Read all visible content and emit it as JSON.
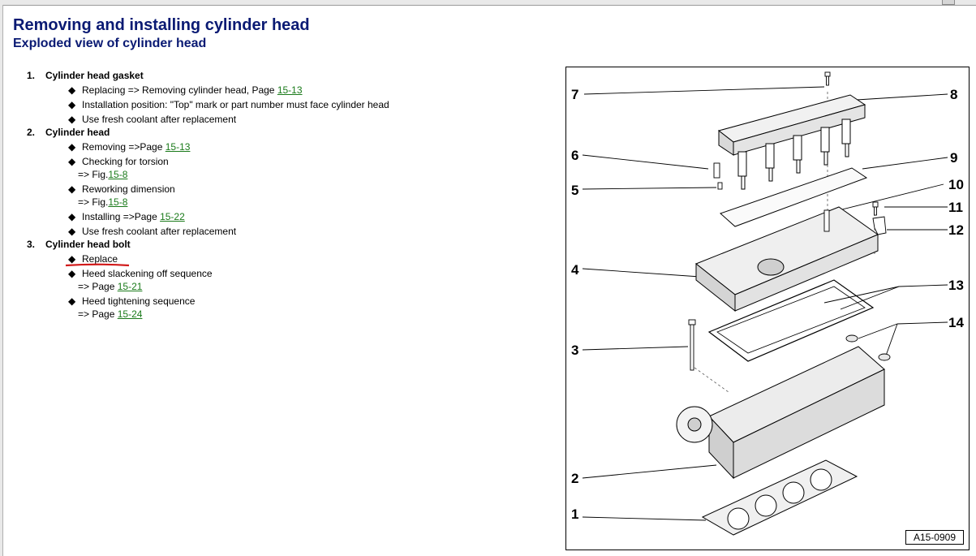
{
  "title": "Removing and installing cylinder head",
  "subtitle": "Exploded view of cylinder head",
  "bullet_glyph": "◆",
  "sections": [
    {
      "number": "1.",
      "title": "Cylinder head gasket",
      "bullets": [
        {
          "text": "Replacing => Removing cylinder head, Page ",
          "link": "15-13"
        },
        {
          "text": "Installation position: \"Top\" mark or part number must face cylinder head"
        },
        {
          "text": "Use fresh coolant after replacement"
        }
      ]
    },
    {
      "number": "2.",
      "title": "Cylinder head",
      "bullets": [
        {
          "text": "Removing =>Page ",
          "link": "15-13"
        },
        {
          "text": "Checking for torsion",
          "cont_text": "=> Fig.",
          "cont_link": "15-8"
        },
        {
          "text": "Reworking dimension",
          "cont_text": "=> Fig.",
          "cont_link": "15-8"
        },
        {
          "text": "Installing =>Page ",
          "link": "15-22"
        },
        {
          "text": "Use fresh coolant after replacement"
        }
      ]
    },
    {
      "number": "3.",
      "title": "Cylinder head bolt",
      "bullets": [
        {
          "text": "Replace"
        },
        {
          "text": "Heed slackening off sequence",
          "cont_text": "=> Page ",
          "cont_link": "15-21"
        },
        {
          "text": "Heed tightening sequence",
          "cont_text": "=> Page ",
          "cont_link": "15-24"
        }
      ]
    }
  ],
  "diagram": {
    "callouts": [
      "1",
      "2",
      "3",
      "4",
      "5",
      "6",
      "7",
      "8",
      "9",
      "10",
      "11",
      "12",
      "13",
      "14"
    ],
    "code": "A15-0909"
  },
  "colors": {
    "heading": "#0a1a73",
    "link": "#1a7a1a",
    "annotation": "#d11a1a"
  }
}
